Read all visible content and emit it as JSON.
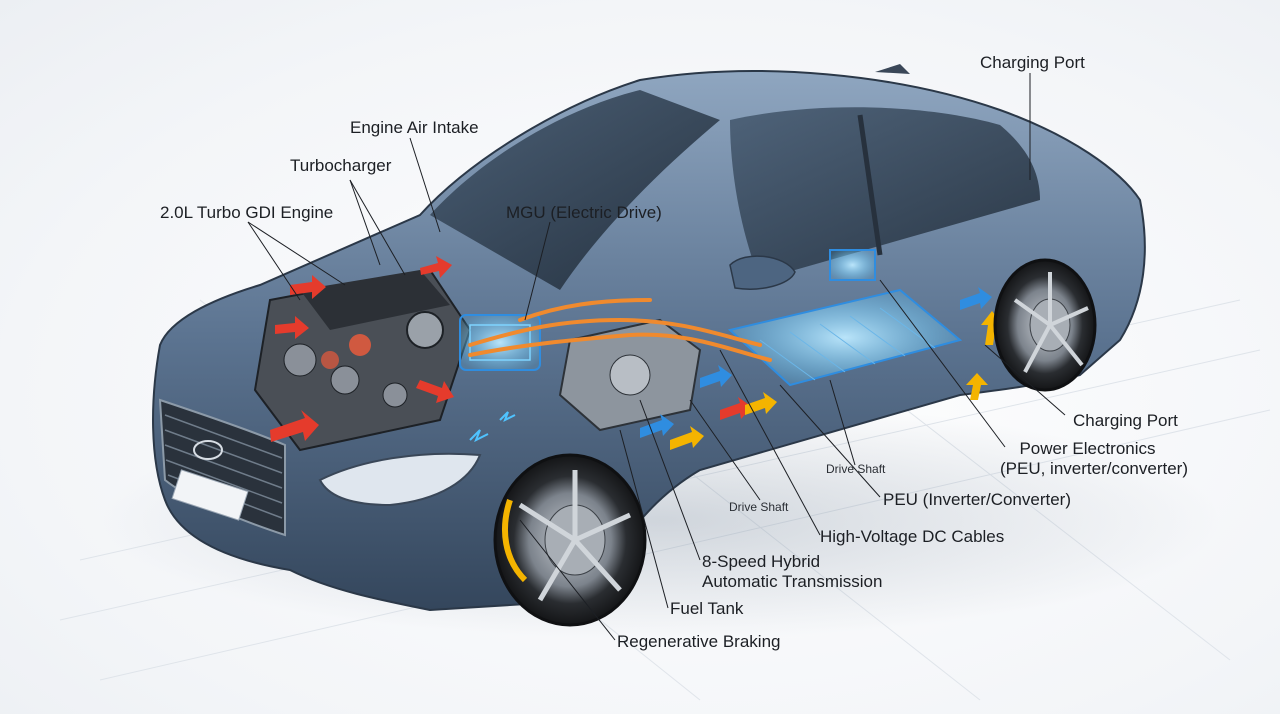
{
  "labels": {
    "engine": "2.0L Turbo GDI Engine",
    "turbocharger": "Turbocharger",
    "engine_air_intake": "Engine Air Intake",
    "mgu": "MGU  (Electric Drive)",
    "charging_port_top": "Charging Port",
    "charging_port_right": "Charging Port",
    "power_electronics_line1": "Power Electronics",
    "power_electronics_line2": "(PEU, inverter/converter)",
    "drive_shaft_1": "Drive Shaft",
    "drive_shaft_2": "Drive Shaft",
    "peu": "PEU (Inverter/Converter)",
    "hv_cables": "High-Voltage DC Cables",
    "transmission_line1": "8-Speed Hybrid",
    "transmission_line2": "Automatic Transmission",
    "fuel_tank": "Fuel Tank",
    "regen_braking": "Regenerative Braking"
  },
  "colors": {
    "body_paint": "#5b7390",
    "glass": "#2d3a48",
    "hv_cable": "#f08a2e",
    "battery_glow": "#4fc3ff",
    "air_arrow": "#e53b2c",
    "flow_arrow_blue": "#2f8de0",
    "flow_arrow_yellow": "#f4b400",
    "leader_line": "#1c1f24"
  }
}
